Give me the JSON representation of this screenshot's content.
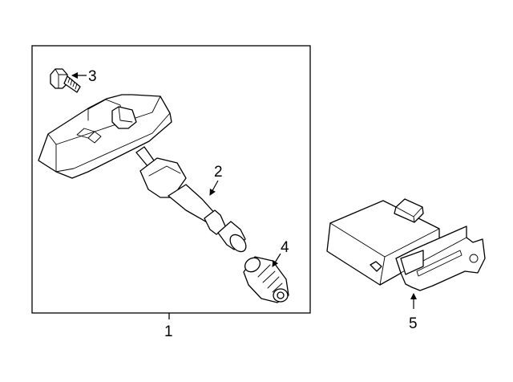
{
  "callouts": {
    "assembly": "1",
    "sensor_valve": "2",
    "screw": "3",
    "valve_cap": "4",
    "control_module": "5"
  }
}
